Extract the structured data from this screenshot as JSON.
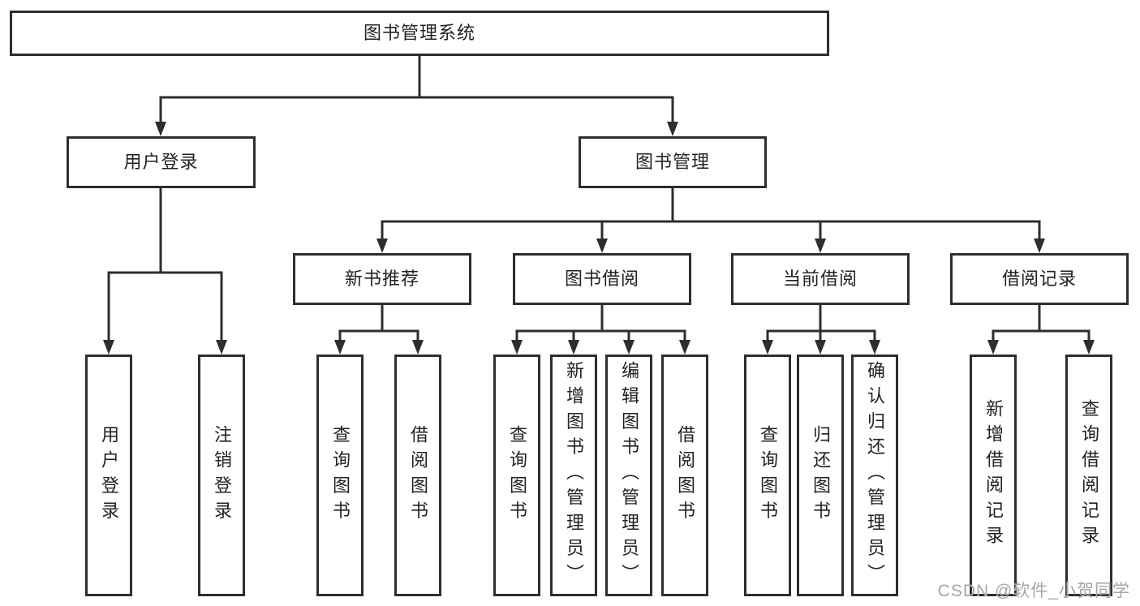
{
  "colors": {
    "background": "#ffffff",
    "line": "#2e2e2e",
    "box_border": "#2e2e2e",
    "text": "#222222",
    "watermark": "#a6a6a6"
  },
  "watermark": {
    "text": "CSDN @软件_小贺同学"
  },
  "tree": {
    "root": {
      "label": "图书管理系统"
    },
    "groups": [
      {
        "label": "用户登录",
        "leaves": [
          {
            "label": "用户登录"
          },
          {
            "label": "注销登录"
          }
        ]
      },
      {
        "label": "图书管理",
        "sections": [
          {
            "label": "新书推荐",
            "leaves": [
              {
                "label": "查询图书"
              },
              {
                "label": "借阅图书"
              }
            ]
          },
          {
            "label": "图书借阅",
            "leaves": [
              {
                "label": "查询图书"
              },
              {
                "label": "新增图书（管理员）"
              },
              {
                "label": "编辑图书（管理员）"
              },
              {
                "label": "借阅图书"
              }
            ]
          },
          {
            "label": "当前借阅",
            "leaves": [
              {
                "label": "查询图书"
              },
              {
                "label": "归还图书"
              },
              {
                "label": "确认归还（管理员）"
              }
            ]
          },
          {
            "label": "借阅记录",
            "leaves": [
              {
                "label": "新增借阅记录"
              },
              {
                "label": "查询借阅记录"
              }
            ]
          }
        ]
      }
    ]
  }
}
